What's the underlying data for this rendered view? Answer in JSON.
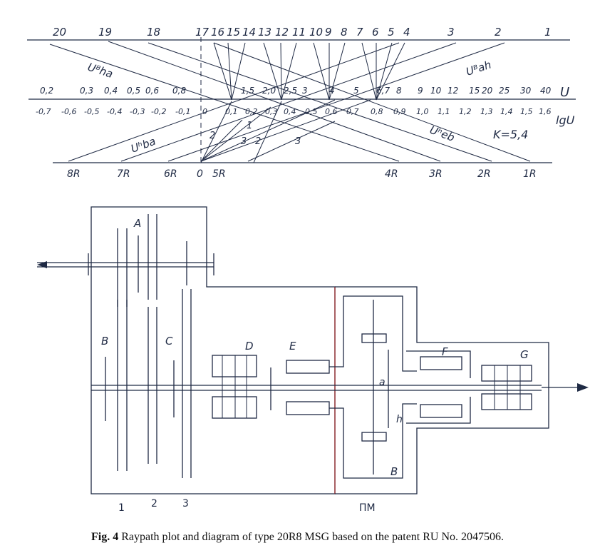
{
  "raypath": {
    "top_numbers": [
      "20",
      "19",
      "18",
      "17",
      "16",
      "15",
      "14",
      "13",
      "12",
      "11",
      "10",
      "9",
      "8",
      "7",
      "6",
      "5",
      "4",
      "3",
      "2",
      "1"
    ],
    "mid_u_ticks": [
      "0,2",
      "0,3",
      "0,4",
      "0,5",
      "0,6",
      "0,8",
      "1,5",
      "2,0",
      "2,5",
      "3",
      "4",
      "5",
      "6,7",
      "8",
      "9",
      "10",
      "12",
      "15",
      "20",
      "25",
      "30",
      "40"
    ],
    "mid_lg_ticks": [
      "-0,7",
      "-0,6",
      "-0,5",
      "-0,4",
      "-0,3",
      "-0,2",
      "-0,1",
      "0",
      "0,1",
      "0,2",
      "0,3",
      "0,4",
      "0,5",
      "0,6",
      "0,7",
      "0,8",
      "0,9",
      "1,0",
      "1,1",
      "1,2",
      "1,3",
      "1,4",
      "1,5",
      "1,6"
    ],
    "axis_u": "U",
    "axis_lgu": "lgU",
    "bottom_labels": [
      "8R",
      "7R",
      "6R",
      "0",
      "5R",
      "4R",
      "3R",
      "2R",
      "1R"
    ],
    "k_label": "K=5,4",
    "ray_labels": [
      "Uᴮha",
      "Uᴮah",
      "Uʰba",
      "Uʰeb"
    ],
    "small_labels": [
      "1",
      "2",
      "3",
      "2",
      "3"
    ]
  },
  "kinematic": {
    "letters": [
      "A",
      "B",
      "C",
      "D",
      "E",
      "F",
      "G"
    ],
    "inner_labels": [
      "a",
      "h",
      "B"
    ],
    "bottom_labels": [
      "1",
      "2",
      "3",
      "ΠM"
    ]
  },
  "caption": {
    "prefix": "Fig. 4",
    "text": " Raypath plot and diagram of type 20R8 MSG based on the patent RU No. 2047506."
  }
}
